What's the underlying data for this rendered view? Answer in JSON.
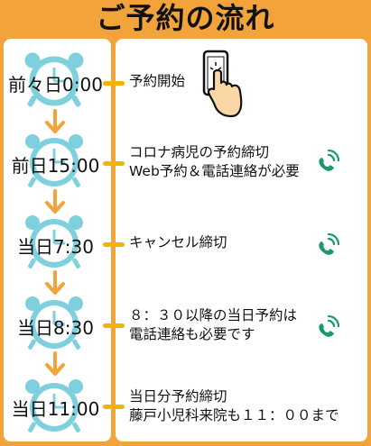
{
  "title": "ご予約の流れ",
  "colors": {
    "background": "#f2a33a",
    "panel": "#ffffff",
    "clock": "#7fd0df",
    "connector": "#f2b400",
    "arrow": "#f2a33a",
    "phone": "#1a9a6a"
  },
  "steps": [
    {
      "time": "前々日0:00",
      "lines": [
        "予約開始"
      ],
      "icon": "smartphone-tap-icon"
    },
    {
      "time": "前日15:00",
      "lines": [
        "コロナ病児の予約締切",
        "Web予約＆電話連絡が必要"
      ],
      "icon": "phone-icon"
    },
    {
      "time": "当日7:30",
      "lines": [
        "キャンセル締切"
      ],
      "icon": "phone-icon"
    },
    {
      "time": "当日8:30",
      "lines": [
        "８：３０以降の当日予約は",
        "電話連絡も必要です"
      ],
      "icon": "phone-icon"
    },
    {
      "time": "当日11:00",
      "lines": [
        "当日分予約締切",
        "藤戸小児科来院も１１：００まで"
      ],
      "icon": ""
    }
  ]
}
